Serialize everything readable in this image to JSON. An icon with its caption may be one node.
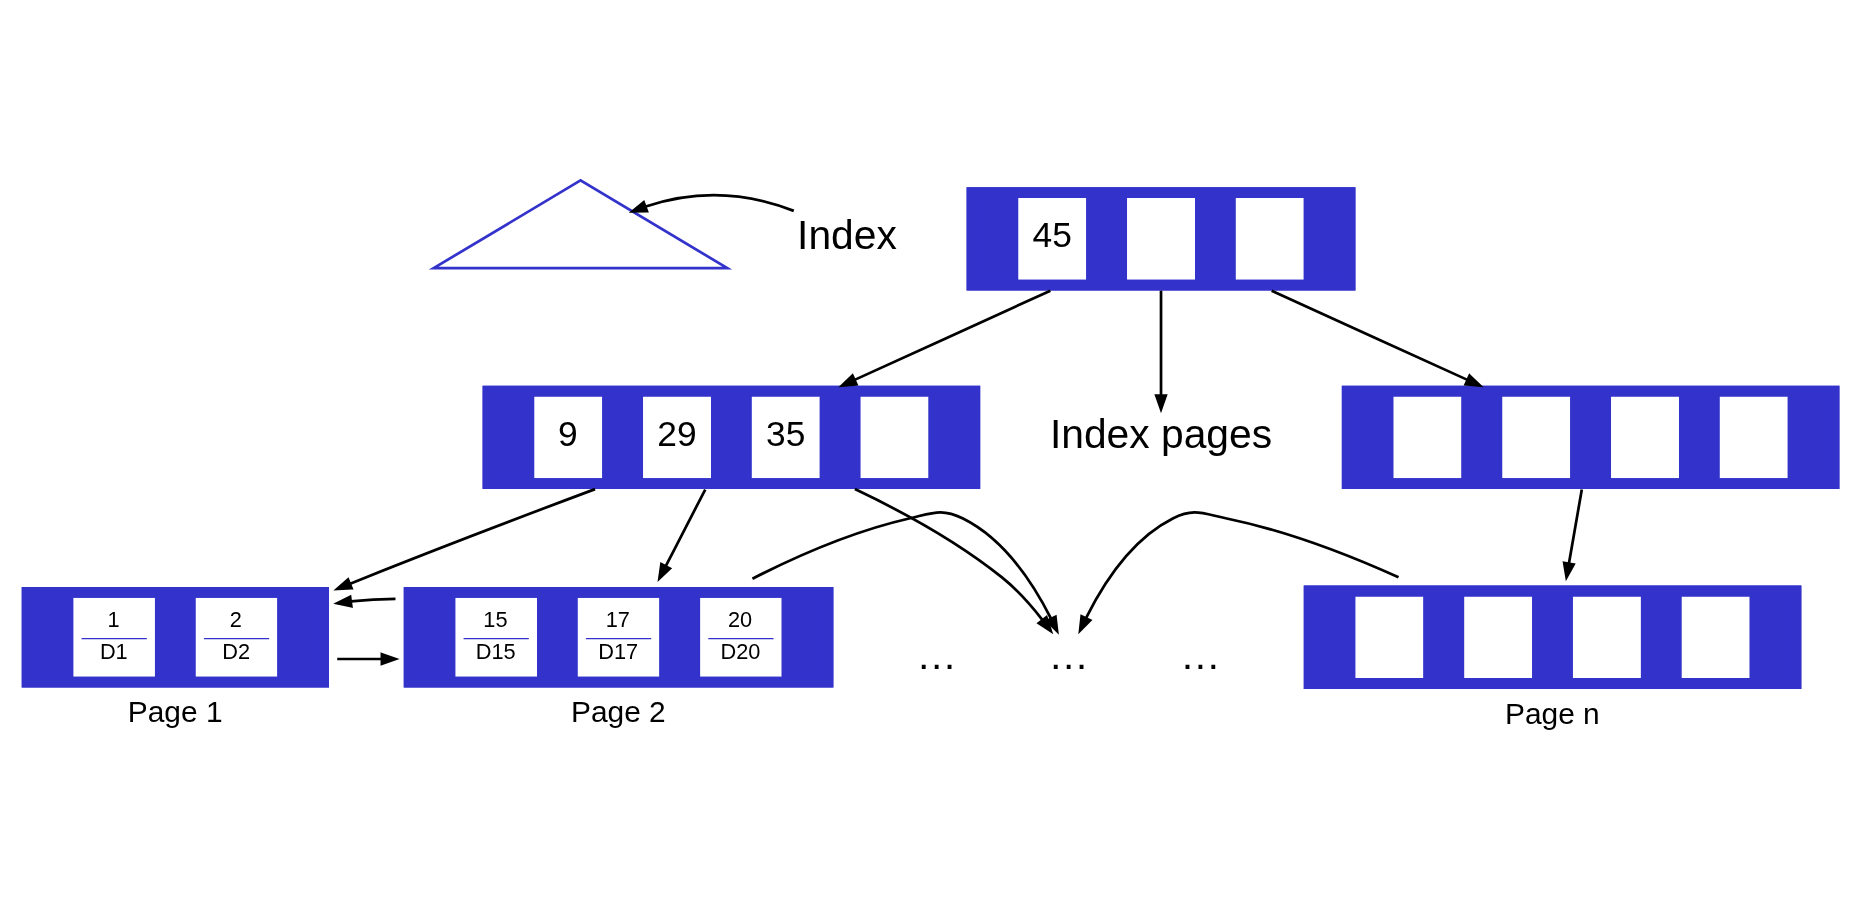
{
  "diagram": {
    "nodes": [
      {
        "text": [
          "Index"
        ]
      },
      {
        "text": [],
        "shape": "triangle"
      },
      {
        "text": [
          "45"
        ]
      },
      {
        "text": [
          "9",
          "29",
          "35"
        ]
      },
      {
        "text": [
          "Index pages"
        ]
      },
      {
        "text": [],
        "shape": "box"
      },
      {
        "text": [
          "1",
          "D1",
          "2",
          "D2"
        ],
        "beside": [
          "Page 1"
        ]
      },
      {
        "text": [
          "15",
          "D15",
          "17",
          "D17",
          "20",
          "D20"
        ],
        "beside": [
          "Page 2"
        ]
      },
      {
        "text": [
          "…"
        ]
      },
      {
        "text": [],
        "shape": "box",
        "beside": [
          "Page n"
        ]
      }
    ],
    "edges": [
      {
        "from": 0,
        "to": 1,
        "arrow": "to"
      },
      {
        "from": 2,
        "to": 3,
        "arrow": "to"
      },
      {
        "from": 2,
        "to": 4,
        "arrow": "to"
      },
      {
        "from": 2,
        "to": 5,
        "arrow": "to"
      },
      {
        "from": 3,
        "to": 6,
        "arrow": "to"
      },
      {
        "from": 3,
        "to": 7,
        "arrow": "to"
      },
      {
        "from": 3,
        "to": 8,
        "arrow": "to"
      },
      {
        "from": 5,
        "to": 9,
        "arrow": "to"
      },
      {
        "from": 6,
        "to": 7,
        "arrow": "to"
      },
      {
        "from": 7,
        "to": 6,
        "arrow": "to"
      },
      {
        "from": 7,
        "to": 8,
        "arrow": "to"
      },
      {
        "from": 9,
        "to": 8,
        "arrow": "to"
      }
    ],
    "labels": [
      "…",
      "…"
    ]
  }
}
